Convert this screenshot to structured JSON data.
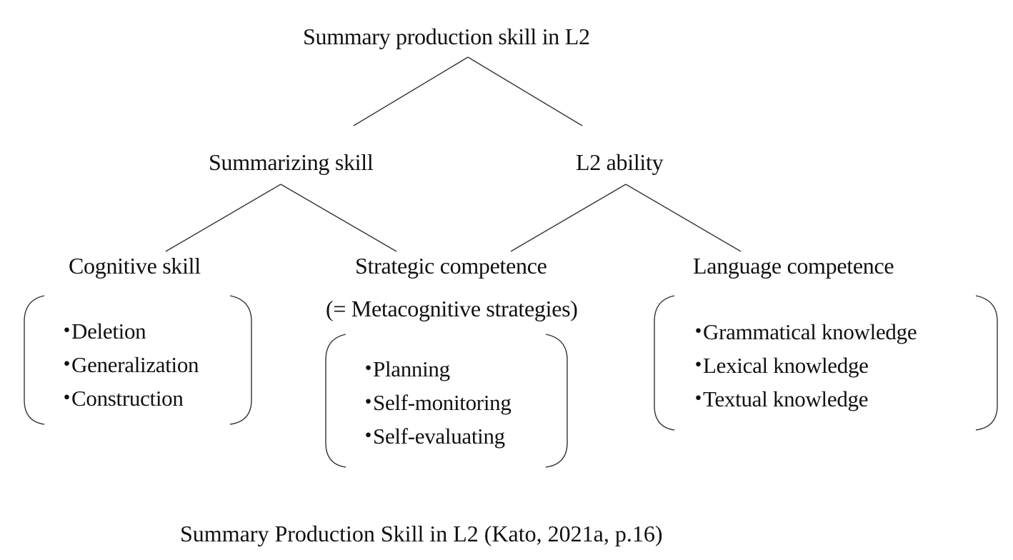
{
  "diagram": {
    "root": {
      "label": "Summary production skill in L2"
    },
    "level1": [
      {
        "label": "Summarizing skill"
      },
      {
        "label": "L2 ability"
      }
    ],
    "level2": [
      {
        "label": "Cognitive skill",
        "items": [
          "Deletion",
          "Generalization",
          "Construction"
        ]
      },
      {
        "label": "Strategic competence",
        "sublabel": "(= Metacognitive strategies)",
        "items": [
          "Planning",
          "Self-monitoring",
          "Self-evaluating"
        ]
      },
      {
        "label": "Language competence",
        "items": [
          "Grammatical knowledge",
          "Lexical knowledge",
          "Textual knowledge"
        ]
      }
    ],
    "bullet": "・",
    "caption": "Summary Production Skill in L2 (Kato, 2021a, p.16)"
  },
  "colors": {
    "line": "#333333",
    "text": "#111111",
    "background": "#ffffff"
  }
}
